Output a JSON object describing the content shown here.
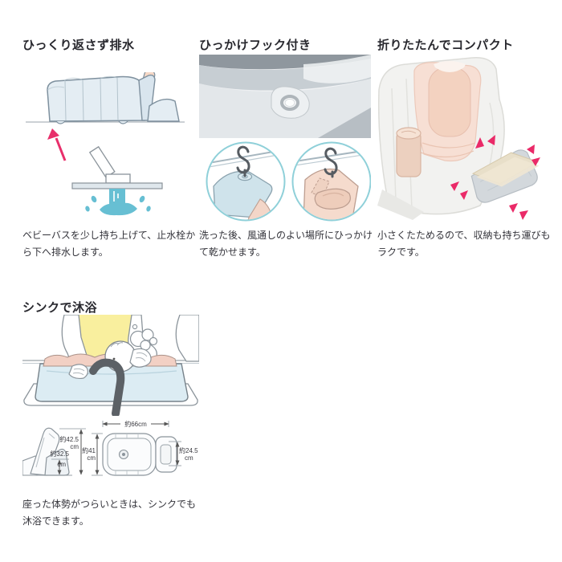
{
  "sections": {
    "drain": {
      "title": "ひっくり返さず排水",
      "caption": "ベビーバスを少し持ち上げて、止水栓から下へ排水します。"
    },
    "hook": {
      "title": "ひっかけフック付き",
      "caption": "洗った後、風通しのよい場所にひっかけて乾かせます。"
    },
    "fold": {
      "title": "折りたたんでコンパクト",
      "caption": "小さくたためるので、収納も持ち運びもラクです。"
    },
    "sink": {
      "title": "シンクで沐浴",
      "caption": "座った体勢がつらいときは、シンクでも沐浴できます。"
    }
  },
  "dimensions": {
    "overall_width": "約66cm",
    "depth_value": "約41",
    "depth_unit": "cm",
    "headrest_value": "約24.5",
    "headrest_unit": "cm",
    "height_value": "約42.5",
    "height_unit": "cm",
    "inner_height_value": "約32.5",
    "inner_height_unit": "cm"
  },
  "icons": {
    "up_arrow": "up-arrow",
    "s_hook": "s-hook",
    "sparkles": "emphasis-triangles"
  },
  "colors": {
    "accent_pink": "#e82f6b",
    "water_teal": "#67bfd3",
    "illustration_blue": "#dcebf3",
    "illustration_pink": "#f5d8ca",
    "circle_border": "#8fd0d9",
    "heading_text": "#28282e",
    "body_text": "#33333a"
  }
}
